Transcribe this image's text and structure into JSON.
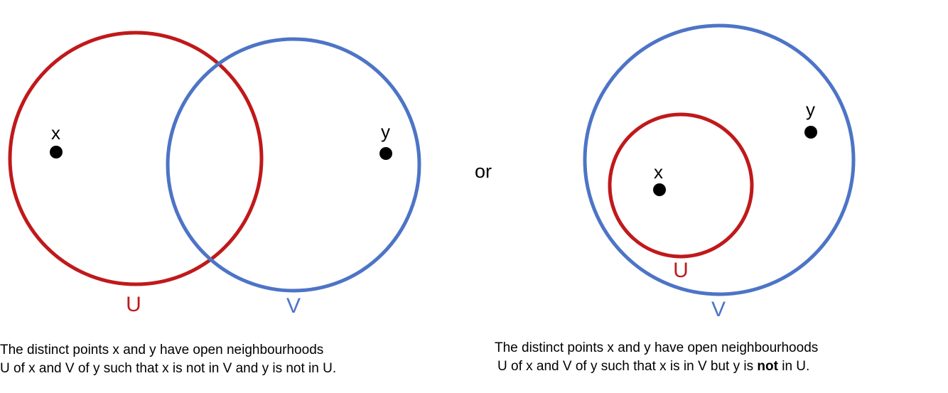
{
  "colors": {
    "red": "#c0191b",
    "blue": "#4d74c6",
    "point": "#000000"
  },
  "left_diagram": {
    "point_x_label": "x",
    "point_y_label": "y",
    "set_u_label": "U",
    "set_v_label": "V"
  },
  "separator": "or",
  "right_diagram": {
    "point_x_label": "x",
    "point_y_label": "y",
    "set_u_label": "U",
    "set_v_label": "V"
  },
  "captions": {
    "left_line1": "The distinct points x and y have open neighbourhoods",
    "left_line2": "U of x and V of y such that x is not in V and y is not in U.",
    "right_line1": "The distinct points x and y have open neighbourhoods",
    "right_line2_before": "U of x and V of y such that x is in V but y is ",
    "right_line2_bold": "not",
    "right_line2_after": " in U."
  }
}
